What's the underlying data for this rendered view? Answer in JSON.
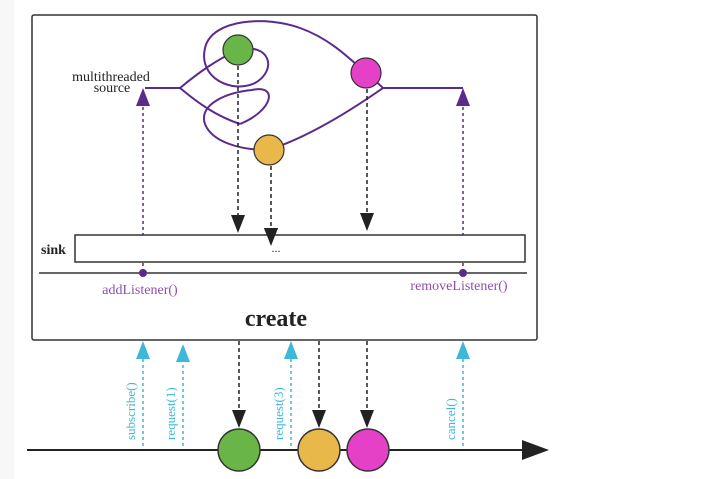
{
  "diagram": {
    "operator_name": "create",
    "source_label_line1": "multithreaded",
    "source_label_line2": "source",
    "sink_label": "sink",
    "sink_content": "...",
    "add_listener_label": "addListener()",
    "remove_listener_label": "removeListener()",
    "signals": [
      {
        "label": "subscribe()"
      },
      {
        "label": "request(1)"
      },
      {
        "label": "request(3)"
      },
      {
        "label": "cancel()"
      }
    ],
    "colors": {
      "green": "#6ab547",
      "yellow": "#e8b84a",
      "magenta": "#e441c8",
      "purple": "#5b2a8c",
      "label_purple": "#8e4fad",
      "request_cyan": "#3db8d8",
      "ink": "#222222"
    }
  }
}
